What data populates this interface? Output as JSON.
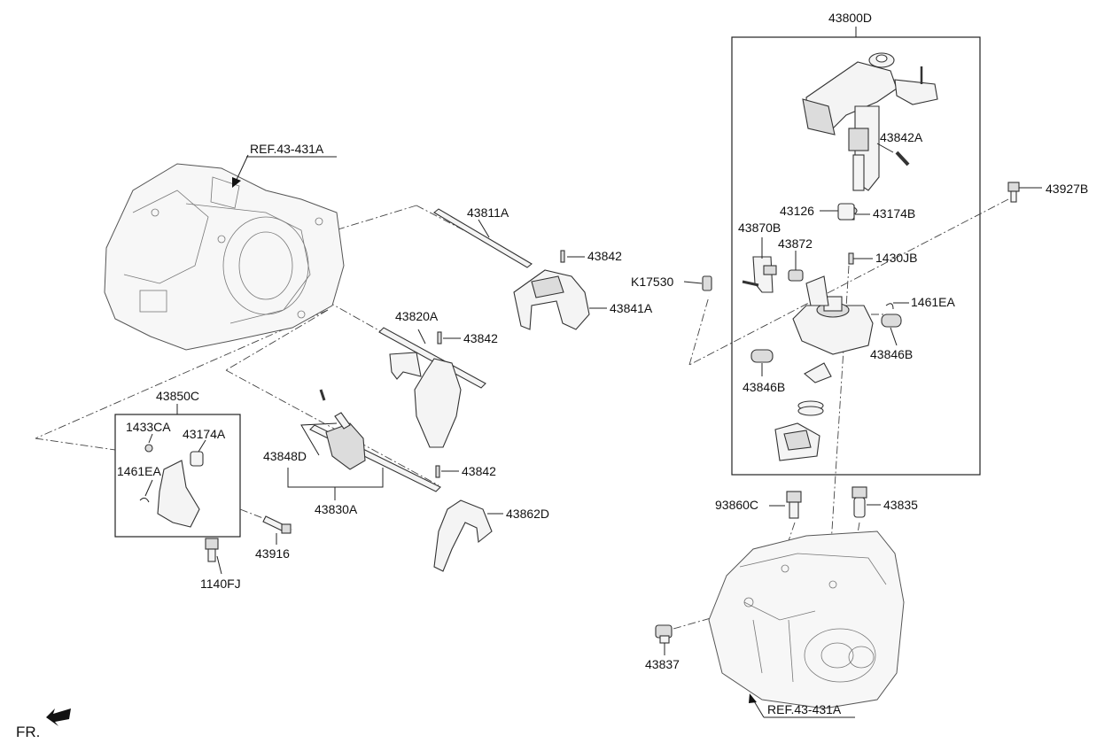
{
  "labels": {
    "l43800D": "43800D",
    "l43842A": "43842A",
    "l43927B": "43927B",
    "l43126": "43126",
    "l43870B": "43870B",
    "l43872": "43872",
    "l43174B": "43174B",
    "l1430JB": "1430JB",
    "lK17530": "K17530",
    "l1461EA_r": "1461EA",
    "l43846B_r": "43846B",
    "l43846B_l": "43846B",
    "l43811A": "43811A",
    "l43842_1": "43842",
    "l43841A": "43841A",
    "l43820A": "43820A",
    "l43842_2": "43842",
    "l43850C": "43850C",
    "l1433CA": "1433CA",
    "l43174A": "43174A",
    "l1461EA_l": "1461EA",
    "l43848D": "43848D",
    "l43842_3": "43842",
    "l43830A": "43830A",
    "l43862D": "43862D",
    "l43916": "43916",
    "l1140FJ": "1140FJ",
    "l93860C": "93860C",
    "l43835": "43835",
    "l43837": "43837",
    "ref_top": "REF.43-431A",
    "ref_bottom": "REF.43-431A",
    "fr": "FR."
  },
  "icons": {
    "front_arrow": "arrow-down-left-icon"
  }
}
